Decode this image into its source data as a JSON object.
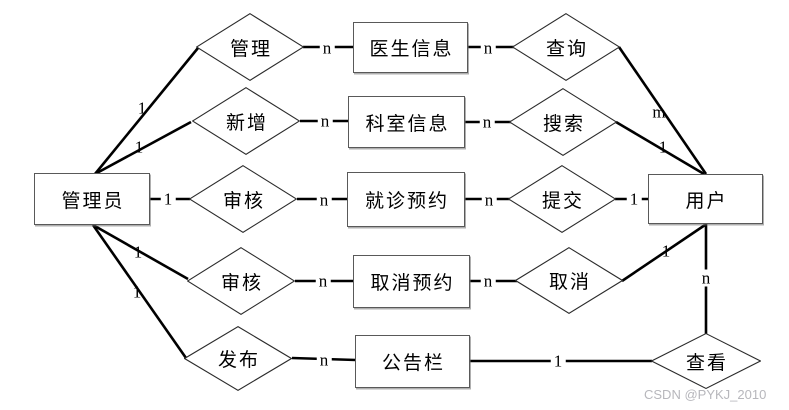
{
  "entities": {
    "admin": "管理员",
    "doctor_info": "医生信息",
    "dept_info": "科室信息",
    "appointment": "就诊预约",
    "cancel_appointment": "取消预约",
    "bulletin": "公告栏",
    "user": "用户"
  },
  "relations": {
    "manage": "管理",
    "add": "新增",
    "review_appointment": "审核",
    "review_cancel": "审核",
    "publish": "发布",
    "query": "查询",
    "search": "搜索",
    "submit": "提交",
    "cancel": "取消",
    "view": "查看"
  },
  "edges": [
    {
      "from": "admin",
      "to": "manage",
      "label": "1"
    },
    {
      "from": "manage",
      "to": "doctor_info",
      "label": "n"
    },
    {
      "from": "doctor_info",
      "to": "query",
      "label": "n"
    },
    {
      "from": "query",
      "to": "user",
      "label": "m"
    },
    {
      "from": "admin",
      "to": "add",
      "label": "1"
    },
    {
      "from": "add",
      "to": "dept_info",
      "label": "n"
    },
    {
      "from": "dept_info",
      "to": "search",
      "label": "n"
    },
    {
      "from": "search",
      "to": "user",
      "label": "1"
    },
    {
      "from": "admin",
      "to": "review_appointment",
      "label": "1"
    },
    {
      "from": "review_appointment",
      "to": "appointment",
      "label": "n"
    },
    {
      "from": "appointment",
      "to": "submit",
      "label": "n"
    },
    {
      "from": "submit",
      "to": "user",
      "label": "1"
    },
    {
      "from": "admin",
      "to": "review_cancel",
      "label": "1"
    },
    {
      "from": "review_cancel",
      "to": "cancel_appointment",
      "label": "n"
    },
    {
      "from": "cancel_appointment",
      "to": "cancel",
      "label": "n"
    },
    {
      "from": "cancel",
      "to": "user",
      "label": "1"
    },
    {
      "from": "admin",
      "to": "publish",
      "label": "1"
    },
    {
      "from": "publish",
      "to": "bulletin",
      "label": "n"
    },
    {
      "from": "bulletin",
      "to": "view",
      "label": "1"
    },
    {
      "from": "user",
      "to": "view",
      "label": "n"
    }
  ],
  "watermark": "CSDN @PYKJ_2010",
  "colors": {
    "background": "#ffffff",
    "line": "#000000",
    "entity_border": "#595959",
    "diamond_border": "#2b2b2b",
    "text": "#000000",
    "watermark": "#b7b7bc"
  }
}
